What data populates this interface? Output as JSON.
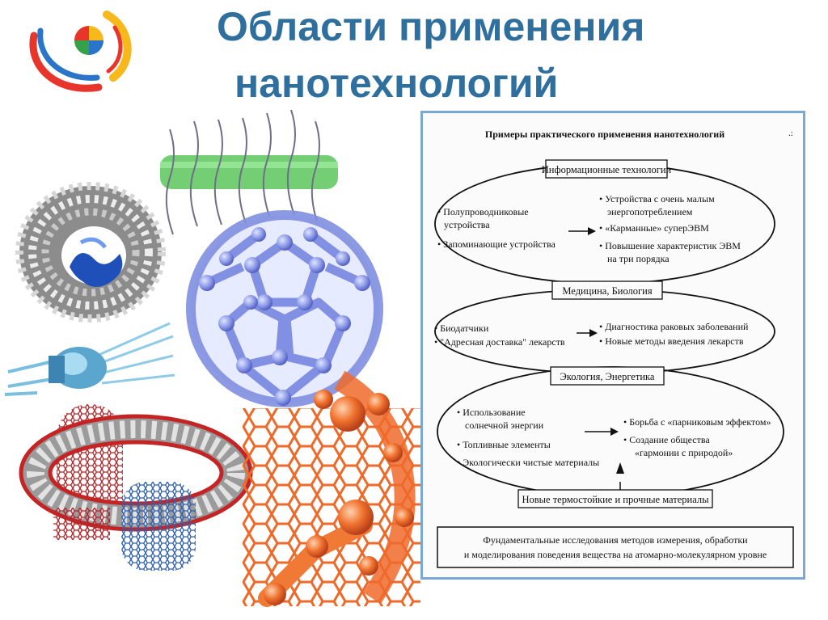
{
  "title": {
    "line1": "Области применения",
    "line2": "нанотехнологий"
  },
  "diagram": {
    "heading": "Примеры практического применения нанотехнологий",
    "sections": [
      {
        "label": "Информационные технологии",
        "left": [
          "• Полупроводниковые",
          "устройства",
          "• Запоминающие устройства"
        ],
        "right": [
          "• Устройства с очень малым",
          "энергопотреблением",
          "• «Карманные» суперЭВМ",
          "• Повышение характеристик ЭВМ",
          "на три порядка"
        ]
      },
      {
        "label": "Медицина, Биология",
        "left": [
          "• Биодатчики",
          "• \"Адресная доставка\" лекарств"
        ],
        "right": [
          "• Диагностика раковых заболеваний",
          "• Новые методы введения лекарств"
        ]
      },
      {
        "label": "Экология, Энергетика",
        "left": [
          "• Использование",
          "солнечной энергии",
          "• Топливные элементы",
          "• Экологически чистые материалы"
        ],
        "right": [
          "• Борьба с «парниковым эффектом»",
          "• Создание общества",
          "«гармонии с природой»"
        ]
      }
    ],
    "materials": "Новые термостойкие и прочные материалы",
    "fundamental": [
      "Фундаментальные исследования методов измерения, обработки",
      "и моделирования поведения вещества на атомарно-молекулярном уровне"
    ]
  },
  "colors": {
    "title": "#2f6f9e",
    "panel_border": "#7aa7d6",
    "fullerene": "#7f8fe0",
    "tube_green": "#5cc75c",
    "orange": "#ee6a2a",
    "red_tube": "#b3262b",
    "blue_tube": "#2f5fae"
  },
  "icons": [
    "logo-icon",
    "ring-molecule-icon",
    "dna-helix-icon",
    "fullerene-icon",
    "nano-motor-icon",
    "knot-tube-icon",
    "graphene-tube-icon"
  ]
}
